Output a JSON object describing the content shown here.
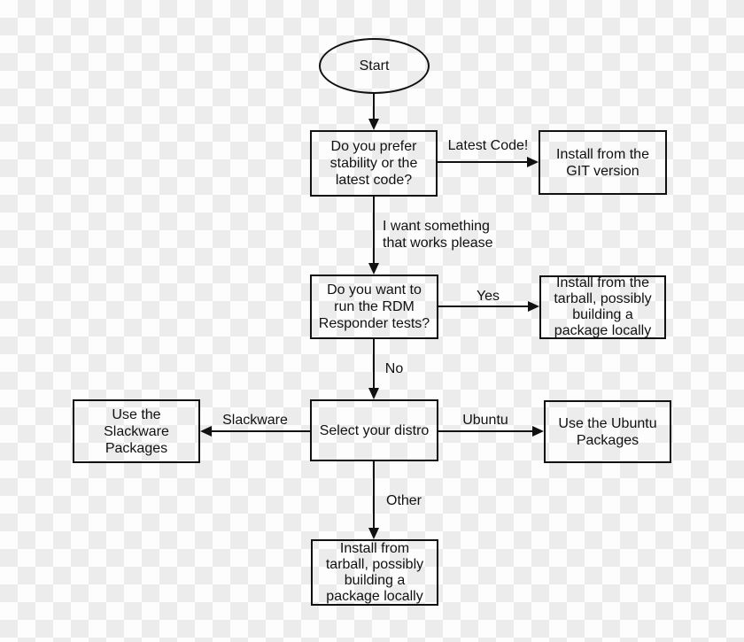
{
  "colors": {
    "stroke": "#111111",
    "text": "#111111",
    "checker_light": "#fdfdfd",
    "checker_dark": "#ececec"
  },
  "nodes": {
    "start": {
      "label": "Start"
    },
    "q_stability": {
      "label": [
        "Do you prefer",
        "stability or the",
        "latest code?"
      ]
    },
    "install_git": {
      "label": [
        "Install from the",
        "GIT version"
      ]
    },
    "q_rdm": {
      "label": [
        "Do you want to",
        "run the RDM",
        "Responder tests?"
      ]
    },
    "install_tarball_yes": {
      "label": [
        "Install from the",
        "tarball, possibly",
        "building a",
        "package locally"
      ]
    },
    "select_distro": {
      "label": "Select your distro"
    },
    "use_slackware": {
      "label": [
        "Use the",
        "Slackware",
        "Packages"
      ]
    },
    "use_ubuntu": {
      "label": [
        "Use the Ubuntu",
        "Packages"
      ]
    },
    "install_tarball_other": {
      "label": [
        "Install from",
        "tarball, possibly",
        "building a",
        "package locally"
      ]
    }
  },
  "edges": {
    "latest_code": "Latest Code!",
    "i_want_something": [
      "I want something",
      "that works please"
    ],
    "yes": "Yes",
    "no": "No",
    "slackware": "Slackware",
    "ubuntu": "Ubuntu",
    "other": "Other"
  }
}
